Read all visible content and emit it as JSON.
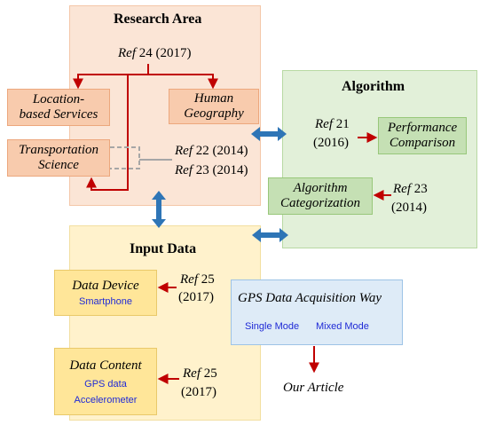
{
  "research_area": {
    "title": "Research Area",
    "ref24": {
      "ref": "Ref",
      "rest": "24 (2017)"
    },
    "location_services": [
      "Location-",
      "based Services"
    ],
    "human_geography": [
      "Human",
      "Geography"
    ],
    "transportation_science": [
      "Transportation",
      "Science"
    ],
    "ref22": {
      "ref": "Ref",
      "rest": "22 (2014)"
    },
    "ref23": {
      "ref": "Ref",
      "rest": "23 (2014)"
    }
  },
  "algorithm": {
    "title": "Algorithm",
    "ref21": {
      "ref": "Ref",
      "num": "21",
      "year": "(2016)"
    },
    "performance_comparison": [
      "Performance",
      "Comparison"
    ],
    "algorithm_categorization": [
      "Algorithm",
      "Categorization"
    ],
    "ref23": {
      "ref": "Ref",
      "num": "23",
      "year": "(2014)"
    }
  },
  "input_data": {
    "title": "Input Data",
    "data_device": {
      "title": "Data Device",
      "item": "Smartphone"
    },
    "ref25_a": {
      "ref": "Ref",
      "num": "25",
      "year": "(2017)"
    },
    "data_content": {
      "title": "Data Content",
      "items": [
        "GPS data",
        "Accelerometer"
      ]
    },
    "ref25_b": {
      "ref": "Ref",
      "num": "25",
      "year": "(2017)"
    }
  },
  "gps_acquisition": {
    "title": "GPS Data Acquisition Way",
    "modes": [
      "Single Mode",
      "Mixed Mode"
    ]
  },
  "our_article": "Our Article",
  "colors": {
    "research_panel": "#fbe5d6",
    "research_box": "#f8cbad",
    "algorithm_panel": "#e2f0d9",
    "algorithm_box": "#c5e0b4",
    "input_panel": "#fff2cc",
    "input_box": "#ffe699",
    "gps_panel": "#deebf7",
    "arrow_red": "#c00000",
    "arrow_blue": "#2e75b6",
    "mode_text": "#1f2ad6"
  }
}
